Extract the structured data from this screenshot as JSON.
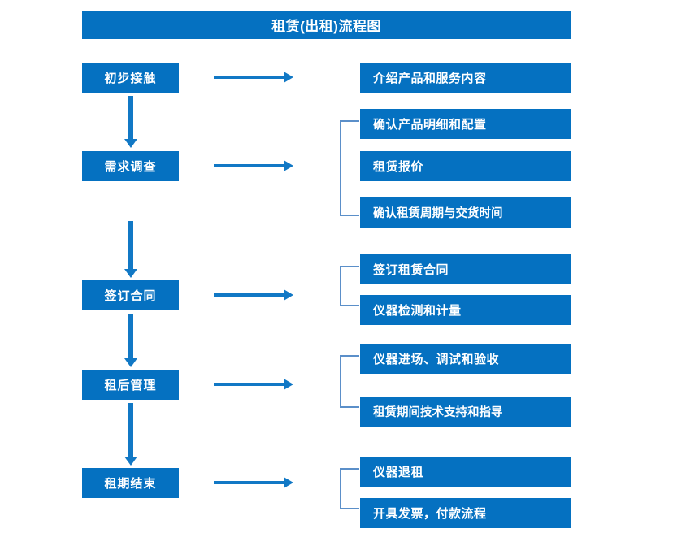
{
  "title": "租赁(出租)流程图",
  "colors": {
    "box_fill": "#0571c1",
    "arrow": "#1178c5",
    "bracket": "#5b8fc9",
    "text": "#ffffff",
    "background": "#ffffff"
  },
  "stages": [
    {
      "label": "初步接触"
    },
    {
      "label": "需求调查"
    },
    {
      "label": "签订合同"
    },
    {
      "label": "租后管理"
    },
    {
      "label": "租期结束"
    }
  ],
  "details": [
    {
      "label": "介绍产品和服务内容"
    },
    {
      "label": "确认产品明细和配置"
    },
    {
      "label": "租赁报价"
    },
    {
      "label": "确认租赁周期与交货时间"
    },
    {
      "label": "签订租赁合同"
    },
    {
      "label": "仪器检测和计量"
    },
    {
      "label": "仪器进场、调试和验收"
    },
    {
      "label": "租赁期间技术支持和指导"
    },
    {
      "label": "仪器退租"
    },
    {
      "label": "开具发票，付款流程"
    }
  ]
}
